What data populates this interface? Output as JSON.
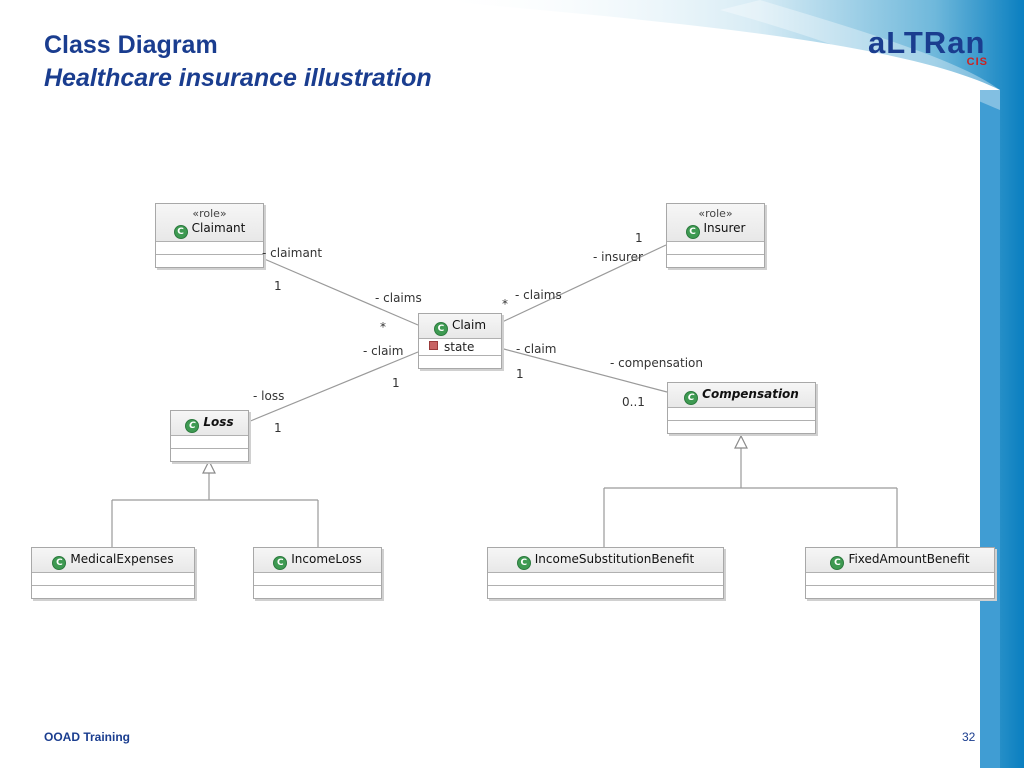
{
  "slide": {
    "title": "Class Diagram",
    "subtitle": "Healthcare insurance illustration",
    "footer": "OOAD Training",
    "page_number": "32"
  },
  "logo": {
    "word": "aLTRan",
    "sub": "CIS"
  },
  "classes": {
    "claimant": {
      "stereotype": "«role»",
      "name": "Claimant"
    },
    "insurer": {
      "stereotype": "«role»",
      "name": "Insurer"
    },
    "claim": {
      "name": "Claim",
      "attribute": "state"
    },
    "loss": {
      "name": "Loss"
    },
    "compensation": {
      "name": "Compensation"
    },
    "medical_expenses": {
      "name": "MedicalExpenses"
    },
    "income_loss": {
      "name": "IncomeLoss"
    },
    "income_substitution_benefit": {
      "name": "IncomeSubstitutionBenefit"
    },
    "fixed_amount_benefit": {
      "name": "FixedAmountBenefit"
    }
  },
  "associations": {
    "claimant_claim": {
      "role_near_claimant": "- claimant",
      "mult_claimant": "1",
      "role_near_claim": "- claims",
      "mult_claim": "*"
    },
    "insurer_claim": {
      "role_near_insurer": "- insurer",
      "mult_insurer": "1",
      "role_near_claim": "- claims",
      "mult_claim": "*"
    },
    "claim_loss": {
      "role_near_claim": "- claim",
      "mult_claim": "1",
      "role_near_loss": "- loss",
      "mult_loss": "1"
    },
    "claim_compensation": {
      "role_near_claim": "- claim",
      "mult_claim": "1",
      "role_near_comp": "- compensation",
      "mult_comp": "0..1"
    }
  },
  "class_icon_glyph": "C",
  "colors": {
    "title": "#1a3d8f",
    "class_icon": "#3e9a52",
    "logo_sub": "#cc2222",
    "swoosh": "#0a7fc0"
  }
}
